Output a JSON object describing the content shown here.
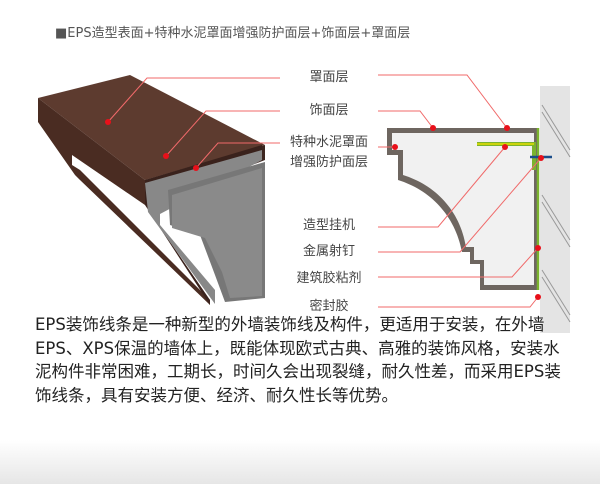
{
  "title": "■EPS造型表面+特种水泥罩面增强防护面层+饰面层+罩面层",
  "labels": {
    "top_coat": "罩面层",
    "finish_coat": "饰面层",
    "cement_line1": "特种水泥罩面",
    "cement_line2": "增强防护面层",
    "hanger": "造型挂机",
    "nail": "金属射钉",
    "adhesive": "建筑胶粘剂",
    "sealant": "密封胶"
  },
  "description": "EPS装饰线条是一种新型的外墙装饰线及构件，更适用于安装，在外墙EPS、XPS保温的墙体上，既能体现欧式古典、高雅的装饰风格，安装水泥构件非常困难，工期长，时间久会出现裂缝，耐久性差，而采用EPS装饰线条，具有安装方便、经济、耐久性长等优势。",
  "colors": {
    "brown": "#5a3a2e",
    "leader": "#f06a6a",
    "dot": "#e8101a",
    "green": "#7bb32e"
  }
}
